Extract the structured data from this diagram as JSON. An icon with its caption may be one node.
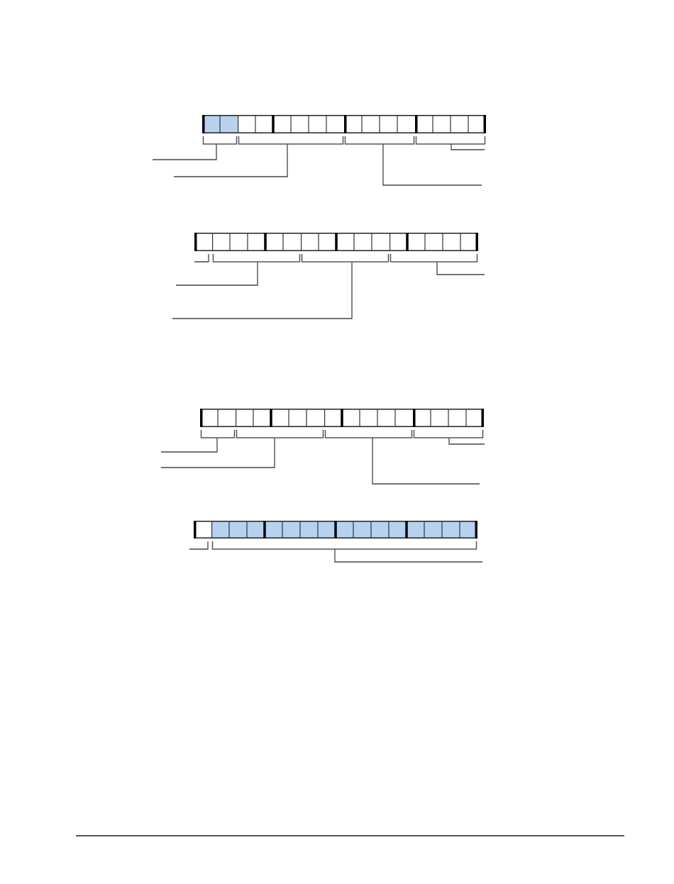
{
  "diagram": {
    "nodes": [
      {
        "text": [],
        "shape": "bar"
      },
      {
        "text": [],
        "shape": "box",
        "in": 0
      },
      {
        "text": [],
        "shape": "box",
        "in": 0
      },
      {
        "text": [],
        "shape": "box",
        "in": 0
      },
      {
        "text": [],
        "shape": "box",
        "in": 0
      },
      {
        "text": [],
        "shape": "bar"
      },
      {
        "text": [],
        "shape": "box",
        "in": 5
      },
      {
        "text": [],
        "shape": "box",
        "in": 5
      },
      {
        "text": [],
        "shape": "box",
        "in": 5
      },
      {
        "text": [],
        "shape": "box",
        "in": 5
      },
      {
        "text": [],
        "shape": "bar"
      },
      {
        "text": [],
        "shape": "box",
        "in": 10
      },
      {
        "text": [],
        "shape": "box",
        "in": 10
      },
      {
        "text": [],
        "shape": "box",
        "in": 10
      },
      {
        "text": [],
        "shape": "box",
        "in": 10
      },
      {
        "text": [],
        "shape": "bar"
      },
      {
        "text": [],
        "shape": "box",
        "in": 15
      },
      {
        "text": [],
        "shape": "box",
        "in": 15
      }
    ],
    "edges": [
      {
        "from": null,
        "to": 1,
        "arrow": "none"
      },
      {
        "from": null,
        "to": 2,
        "arrow": "none"
      },
      {
        "from": null,
        "to": 3,
        "arrow": "none"
      },
      {
        "from": null,
        "to": 4,
        "arrow": "none"
      },
      {
        "from": null,
        "to": 6,
        "arrow": "none"
      },
      {
        "from": null,
        "to": 7,
        "arrow": "none"
      },
      {
        "from": null,
        "to": 8,
        "arrow": "none"
      },
      {
        "from": null,
        "to": 9,
        "arrow": "none"
      },
      {
        "from": null,
        "to": 11,
        "arrow": "none"
      },
      {
        "from": null,
        "to": 12,
        "arrow": "none"
      },
      {
        "from": null,
        "to": 13,
        "arrow": "none"
      },
      {
        "from": null,
        "to": 14,
        "arrow": "none"
      },
      {
        "from": null,
        "to": 16,
        "arrow": "none"
      },
      {
        "from": null,
        "to": 17,
        "arrow": "none"
      }
    ]
  }
}
